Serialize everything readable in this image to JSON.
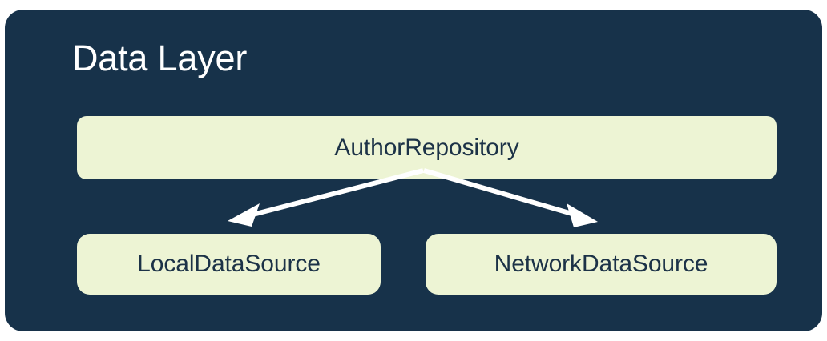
{
  "diagram": {
    "title": "Data Layer",
    "background_color": "#FFFFFF",
    "card_color": "#17324A",
    "node_fill_color": "#EDF4D4",
    "node_text_color": "#1C3247",
    "title_text_color": "#FFFFFF",
    "edge_color": "#FFFFFF",
    "nodes": [
      {
        "id": "repository",
        "label": "AuthorRepository",
        "role": "repository"
      },
      {
        "id": "local",
        "label": "LocalDataSource",
        "role": "data-source"
      },
      {
        "id": "network",
        "label": "NetworkDataSource",
        "role": "data-source"
      }
    ],
    "edges": [
      {
        "from": "repository",
        "to": "local",
        "style": "solid-arrow"
      },
      {
        "from": "repository",
        "to": "network",
        "style": "solid-arrow"
      }
    ]
  }
}
